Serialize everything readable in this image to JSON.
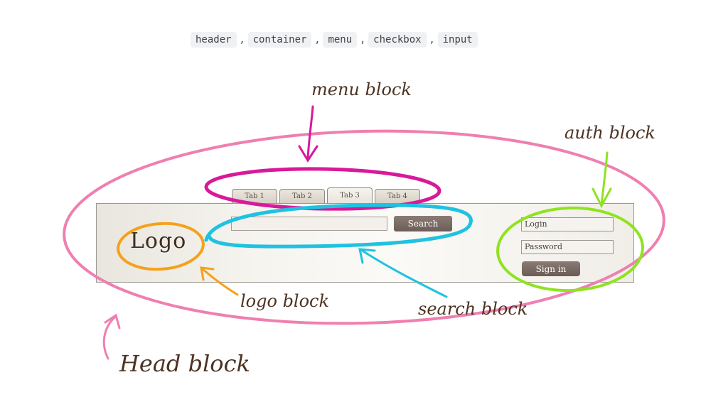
{
  "tags": [
    "header",
    "container",
    "menu",
    "checkbox",
    "input"
  ],
  "tag_separator": ",",
  "mock_header": {
    "tabs": [
      "Tab 1",
      "Tab 2",
      "Tab 3",
      "Tab 4"
    ],
    "active_tab": "Tab 3",
    "logo": "Logo",
    "search_button": "Search",
    "login_placeholder": "Login",
    "password_placeholder": "Password",
    "signin_button": "Sign in"
  },
  "annotations": {
    "menu": "menu block",
    "auth": "auth block",
    "logo": "logo block",
    "search": "search block",
    "head": "Head block"
  },
  "colors": {
    "head_block": "#ef7fb0",
    "menu_block": "#d8199a",
    "search_block": "#1fc2e0",
    "logo_block": "#f5a11a",
    "auth_block": "#8fe31f",
    "label_ink": "#4d3323"
  }
}
